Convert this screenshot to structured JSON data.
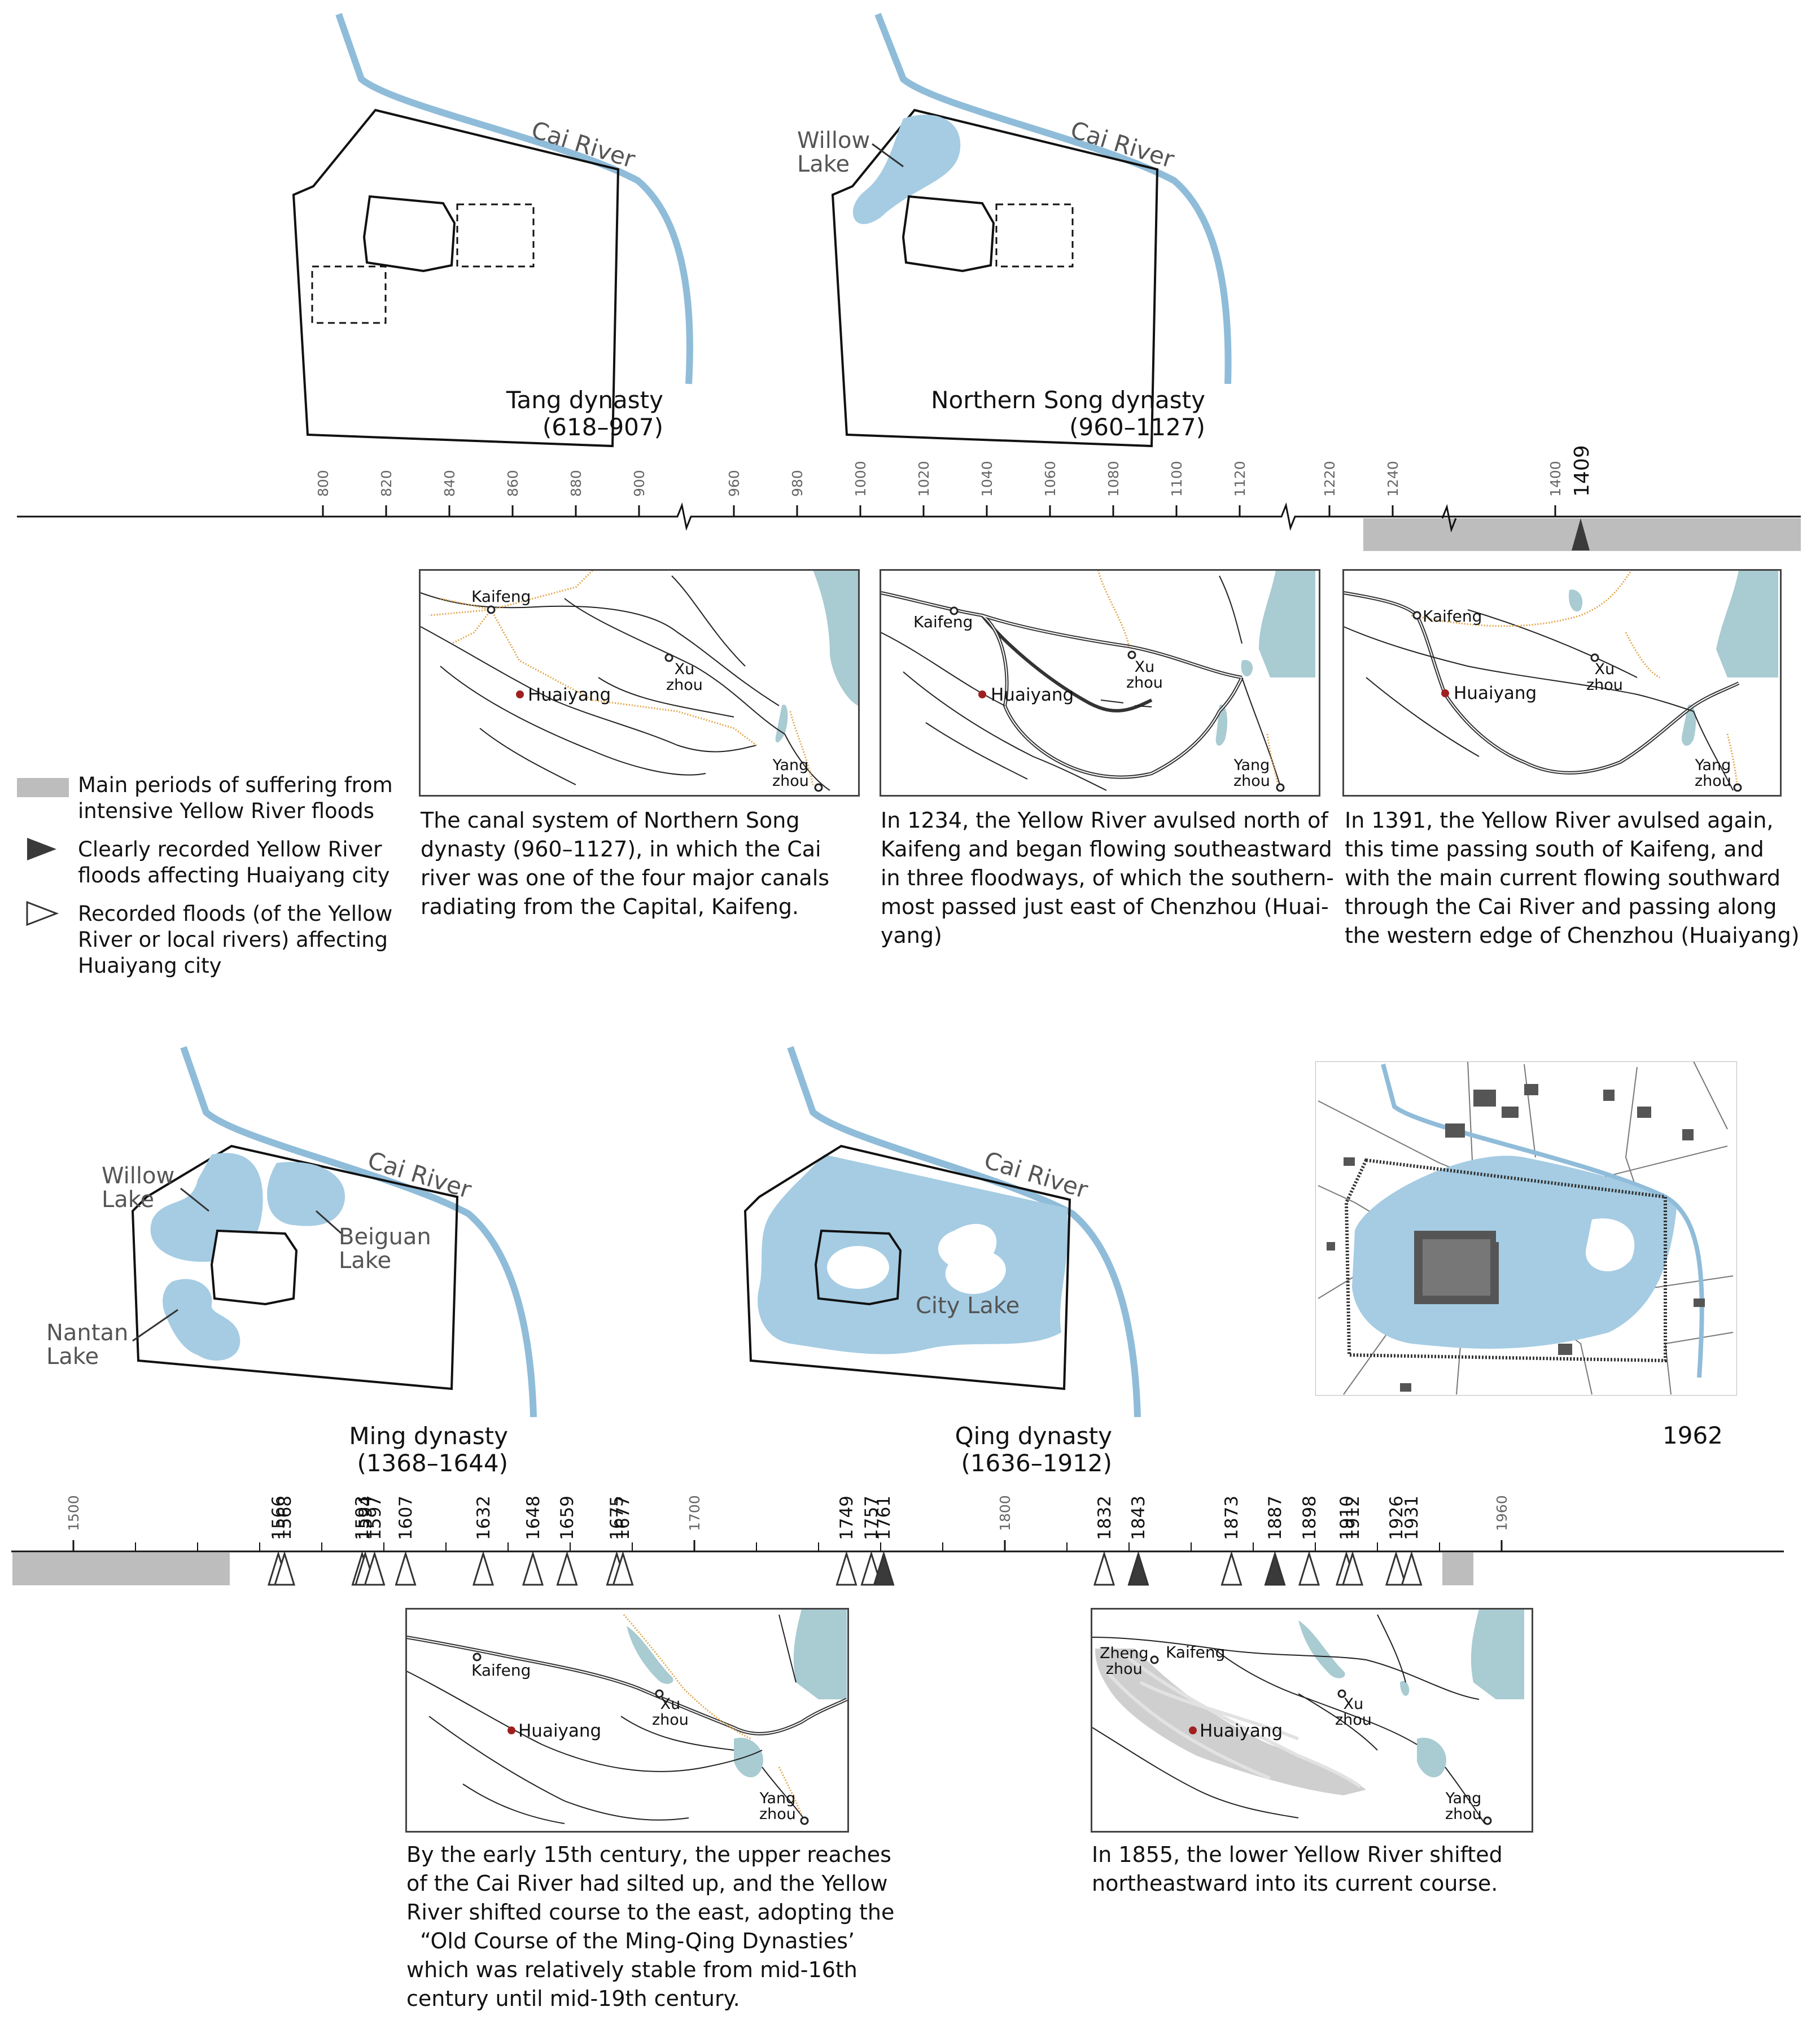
{
  "figure": {
    "top_maps": {
      "tang": {
        "river": "Cai River",
        "title": "Tang dynasty",
        "years": "(618–907)"
      },
      "song": {
        "river": "Cai River",
        "lake": "Willow\nLake",
        "title": "Northern Song dynasty",
        "years": "(960–1127)"
      }
    },
    "bottom_maps": {
      "ming": {
        "river": "Cai River",
        "lake1": "Willow\nLake",
        "lake2": "Beiguan\nLake",
        "lake3": "Nantan\nLake",
        "title": "Ming dynasty",
        "years": "(1368–1644)"
      },
      "qing": {
        "river": "Cai River",
        "lake": "City Lake",
        "title": "Qing dynasty",
        "years": "(1636–1912)"
      },
      "map1962": {
        "label": "1962"
      }
    },
    "timeline_top": {
      "ticks": [
        "800",
        "820",
        "840",
        "860",
        "880",
        "900",
        "960",
        "980",
        "1000",
        "1020",
        "1040",
        "1060",
        "1080",
        "1100",
        "1120",
        "1220",
        "1240",
        "1400"
      ],
      "events": [
        {
          "year": "1409",
          "type": "clear"
        }
      ]
    },
    "timeline_bottom": {
      "ticks": [
        "1500",
        "1700",
        "1800",
        "1960"
      ],
      "events": [
        {
          "year": "1566",
          "type": "recorded"
        },
        {
          "year": "1568",
          "type": "recorded"
        },
        {
          "year": "1593",
          "type": "recorded"
        },
        {
          "year": "1594",
          "type": "recorded"
        },
        {
          "year": "1597",
          "type": "recorded"
        },
        {
          "year": "1607",
          "type": "recorded"
        },
        {
          "year": "1632",
          "type": "recorded"
        },
        {
          "year": "1648",
          "type": "recorded"
        },
        {
          "year": "1659",
          "type": "recorded"
        },
        {
          "year": "1675",
          "type": "recorded"
        },
        {
          "year": "1677",
          "type": "recorded"
        },
        {
          "year": "1749",
          "type": "recorded"
        },
        {
          "year": "1757",
          "type": "recorded"
        },
        {
          "year": "1761",
          "type": "clear"
        },
        {
          "year": "1832",
          "type": "recorded"
        },
        {
          "year": "1843",
          "type": "clear"
        },
        {
          "year": "1873",
          "type": "recorded"
        },
        {
          "year": "1887",
          "type": "clear"
        },
        {
          "year": "1898",
          "type": "recorded"
        },
        {
          "year": "1910",
          "type": "recorded"
        },
        {
          "year": "1912",
          "type": "recorded"
        },
        {
          "year": "1926",
          "type": "recorded"
        },
        {
          "year": "1931",
          "type": "recorded"
        }
      ]
    },
    "legend": {
      "band": "Main periods of suffering from\nintensive Yellow River floods",
      "clear": "Clearly recorded Yellow River\nfloods affecting Huaiyang city",
      "recorded": "Recorded floods (of the Yellow\nRiver or local rivers) affecting\nHuaiyang city"
    },
    "regional_maps": {
      "m1": {
        "kaifeng": "Kaifeng",
        "huaiyang": "Huaiyang",
        "xuzhou": "Xu\nzhou",
        "yangzhou": "Yang\nzhou",
        "caption": "The canal system of Northern Song\ndynasty (960–1127), in which the Cai\nriver was one of the four major canals\nradiating from the Capital, Kaifeng."
      },
      "m2": {
        "kaifeng": "Kaifeng",
        "huaiyang": "Huaiyang",
        "xuzhou": "Xu\nzhou",
        "yangzhou": "Yang\nzhou",
        "caption": "In 1234, the Yellow River avulsed north of\nKaifeng and began flowing southeastward\nin three floodways, of which the southern-\nmost passed just east of Chenzhou (Huai-\nyang)"
      },
      "m3": {
        "kaifeng": "Kaifeng",
        "huaiyang": "Huaiyang",
        "xuzhou": "Xu\nzhou",
        "yangzhou": "Yang\nzhou",
        "caption": "In 1391, the Yellow River avulsed again,\nthis time passing south of Kaifeng, and\nwith the main current flowing southward\nthrough the Cai River and passing along\nthe western edge of Chenzhou (Huaiyang)"
      },
      "m4": {
        "kaifeng": "Kaifeng",
        "huaiyang": "Huaiyang",
        "xuzhou": "Xu\nzhou",
        "yangzhou": "Yang\nzhou",
        "caption": "By the early 15th century, the upper reaches\nof the Cai River had silted up, and the Yellow\nRiver shifted course to the east, adopting the\n  “Old Course of the Ming-Qing Dynasties’\nwhich was relatively stable from mid-16th\ncentury until mid-19th century."
      },
      "m5": {
        "zhengzhou": "Zheng\nzhou",
        "kaifeng": "Kaifeng",
        "huaiyang": "Huaiyang",
        "xuzhou": "Xu\nzhou",
        "yangzhou": "Yang\nzhou",
        "caption": "In 1855, the lower Yellow River shifted\nnortheastward into its current course."
      }
    }
  }
}
